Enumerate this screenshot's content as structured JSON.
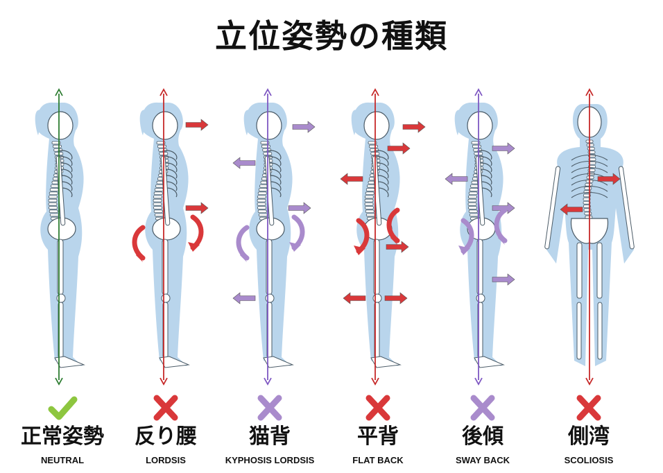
{
  "title": "立位姿勢の種類",
  "postures": [
    {
      "jp": "正常姿勢",
      "en": "NEUTRAL",
      "status": "ok",
      "line_color": "#2e7d32",
      "mark_color": "#8dc63f",
      "arrow_color": ""
    },
    {
      "jp": "反り腰",
      "en": "LORDSIS",
      "status": "ng",
      "line_color": "#c62828",
      "mark_color": "#d9383a",
      "arrow_color": "#d9383a"
    },
    {
      "jp": "猫背",
      "en": "KYPHOSIS LORDSIS",
      "status": "ng",
      "line_color": "#7e57c2",
      "mark_color": "#a98bcc",
      "arrow_color": "#a98bcc"
    },
    {
      "jp": "平背",
      "en": "FLAT BACK",
      "status": "ng",
      "line_color": "#c62828",
      "mark_color": "#d9383a",
      "arrow_color": "#d9383a"
    },
    {
      "jp": "後傾",
      "en": "SWAY BACK",
      "status": "ng",
      "line_color": "#7e57c2",
      "mark_color": "#a98bcc",
      "arrow_color": "#a98bcc"
    },
    {
      "jp": "側湾",
      "en": "SCOLIOSIS",
      "status": "ng",
      "line_color": "#c62828",
      "mark_color": "#d9383a",
      "arrow_color": "#d9383a"
    }
  ],
  "colors": {
    "body_fill": "#b9d5ec",
    "bone_fill": "#ffffff",
    "bone_stroke": "#4a5a66"
  },
  "icons": {
    "ok": "check-icon",
    "ng": "cross-icon"
  }
}
